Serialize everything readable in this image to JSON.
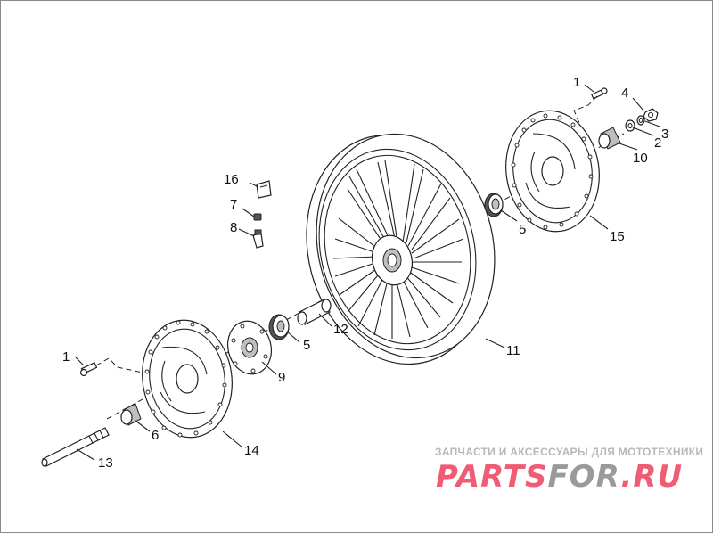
{
  "callouts": [
    {
      "id": "1a",
      "text": "1"
    },
    {
      "id": "4",
      "text": "4"
    },
    {
      "id": "3",
      "text": "3"
    },
    {
      "id": "2",
      "text": "2"
    },
    {
      "id": "10",
      "text": "10"
    },
    {
      "id": "16",
      "text": "16"
    },
    {
      "id": "7",
      "text": "7"
    },
    {
      "id": "8",
      "text": "8"
    },
    {
      "id": "5a",
      "text": "5"
    },
    {
      "id": "15",
      "text": "15"
    },
    {
      "id": "12",
      "text": "12"
    },
    {
      "id": "5b",
      "text": "5"
    },
    {
      "id": "11",
      "text": "11"
    },
    {
      "id": "1b",
      "text": "1"
    },
    {
      "id": "9",
      "text": "9"
    },
    {
      "id": "6",
      "text": "6"
    },
    {
      "id": "14",
      "text": "14"
    },
    {
      "id": "13",
      "text": "13"
    }
  ],
  "watermark": {
    "tagline": "ЗАПЧАСТИ И АКСЕССУАРЫ ДЛЯ МОТОТЕХНИКИ",
    "logo_part1": "PARTS",
    "logo_part2": "FOR",
    "logo_part3": ".RU",
    "color_red": "#ef5c74",
    "color_grey": "#9a9a9a"
  }
}
